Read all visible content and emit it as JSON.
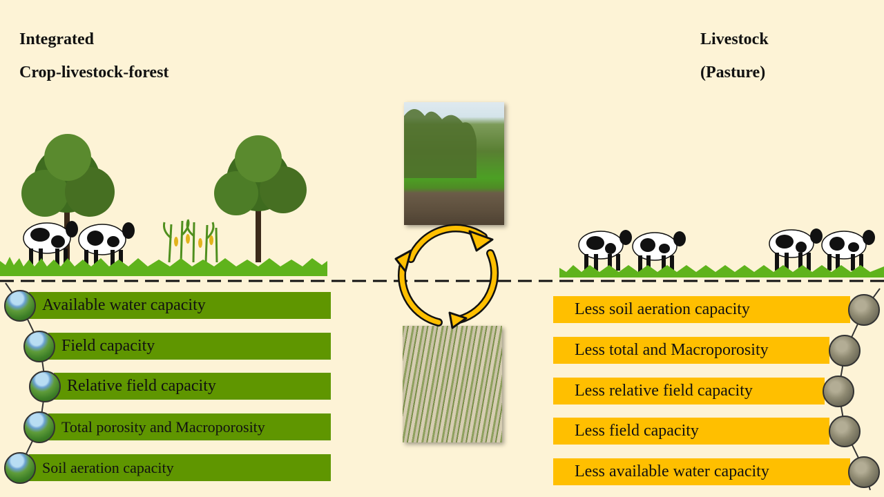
{
  "left": {
    "title_line1": "Integrated",
    "title_line2": "Crop-livestock-forest",
    "items": [
      "Available water capacity",
      "Field capacity",
      "Relative field capacity",
      "Total porosity and Macroporosity",
      "Soil aeration capacity"
    ]
  },
  "right": {
    "title_line1": "Livestock",
    "title_line2": "(Pasture)",
    "items": [
      "Less soil aeration capacity",
      "Less total and Macroporosity",
      "Less relative field capacity",
      "Less field capacity",
      "Less available water capacity"
    ]
  },
  "colors": {
    "background": "#fdf3d6",
    "left_bar": "#5f9600",
    "right_bar": "#ffbf00",
    "cycle_arrows": "#ffbf00"
  }
}
